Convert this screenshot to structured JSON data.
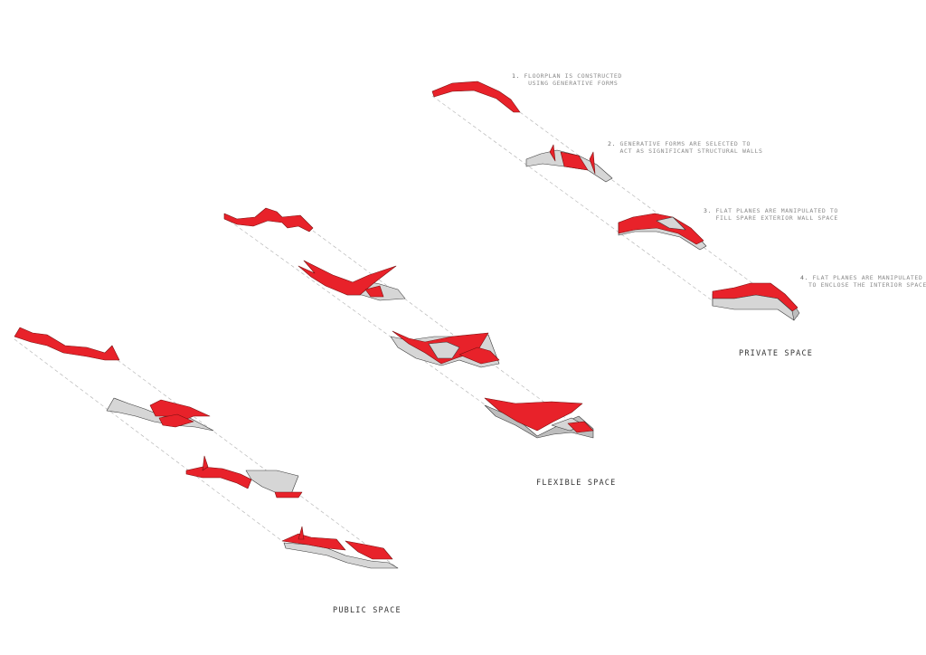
{
  "steps": [
    {
      "number": "1.",
      "line1": "FLOORPLAN IS CONSTRUCTED",
      "line2": "USING GENERATIVE FORMS"
    },
    {
      "number": "2.",
      "line1": "GENERATIVE FORMS ARE SELECTED TO",
      "line2": "ACT AS SIGNIFICANT STRUCTURAL WALLS"
    },
    {
      "number": "3.",
      "line1": "FLAT PLANES ARE MANIPULATED TO",
      "line2": "FILL SPARE EXTERIOR WALL SPACE"
    },
    {
      "number": "4.",
      "line1": "FLAT PLANES ARE MANIPULATED",
      "line2": "TO ENCLOSE THE INTERIOR SPACE"
    }
  ],
  "sections": {
    "private": "PRIVATE SPACE",
    "flexible": "FLEXIBLE SPACE",
    "public": "PUBLIC SPACE"
  },
  "colors": {
    "accent": "#e8222a",
    "wall": "#d6d6d6",
    "outline": "#3a3a3a"
  }
}
